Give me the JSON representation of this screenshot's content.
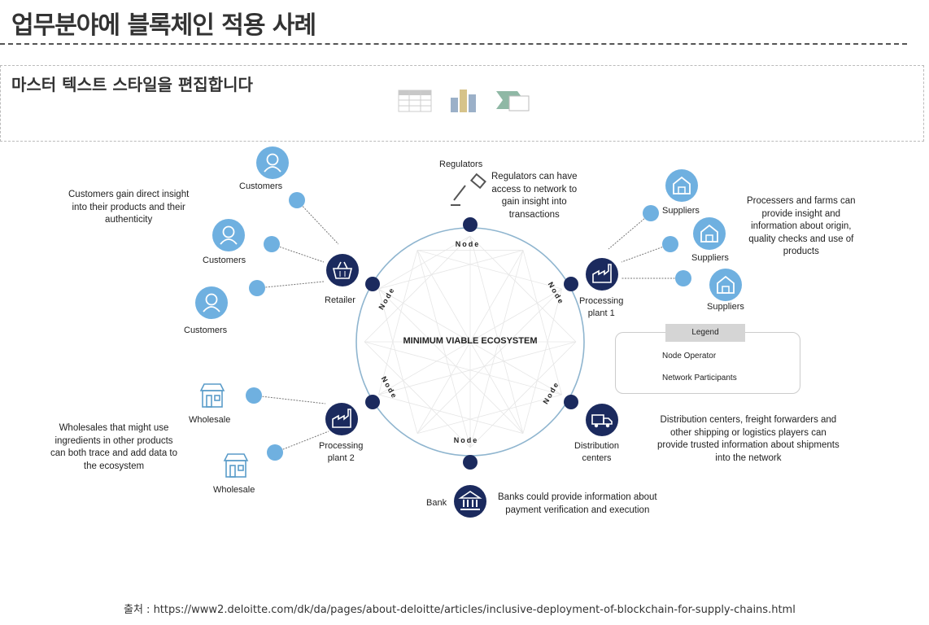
{
  "slide": {
    "title": "업무분야에 블록체인 적용 사례",
    "placeholder": "마스터 텍스트 스타일을 편집합니다"
  },
  "diagram": {
    "center_label": "MINIMUM VIABLE ECOSYSTEM",
    "node_label": "Node",
    "regulators": {
      "label": "Regulators",
      "note": "Regulators can have\naccess to network to\ngain insight into\ntransactions"
    },
    "retailer": {
      "label": "Retailer"
    },
    "customers": {
      "label": "Customers",
      "note": "Customers gain direct insight\ninto their products and their\nauthenticity"
    },
    "processing_plant_1": {
      "label": "Processing\nplant 1"
    },
    "suppliers": {
      "label": "Suppliers",
      "note": "Processers and farms can\nprovide insight and\ninformation about origin,\nquality checks and use of\nproducts"
    },
    "processing_plant_2": {
      "label": "Processing\nplant 2"
    },
    "wholesale": {
      "label": "Wholesale",
      "note": "Wholesales that might use\ningredients in other products\ncan both trace and add data to\nthe ecosystem"
    },
    "distribution_centers": {
      "label": "Distribution\ncenters",
      "note": "Distribution centers, freight forwarders and\nother shipping or logistics players can\nprovide trusted information about shipments\ninto the network"
    },
    "bank": {
      "label": "Bank",
      "note": "Banks could provide information about\npayment verification and execution"
    },
    "legend": {
      "title": "Legend",
      "node_operator": "Node Operator",
      "network_participants": "Network Participants"
    }
  },
  "colors": {
    "node_operator": "#1b2a5e",
    "network_participant": "#6fb0e0",
    "ring": "#8fb5cf",
    "connector": "#666666"
  },
  "source": "출처 :  https://www2.deloitte.com/dk/da/pages/about-deloitte/articles/inclusive-deployment-of-blockchain-for-supply-chains.html"
}
